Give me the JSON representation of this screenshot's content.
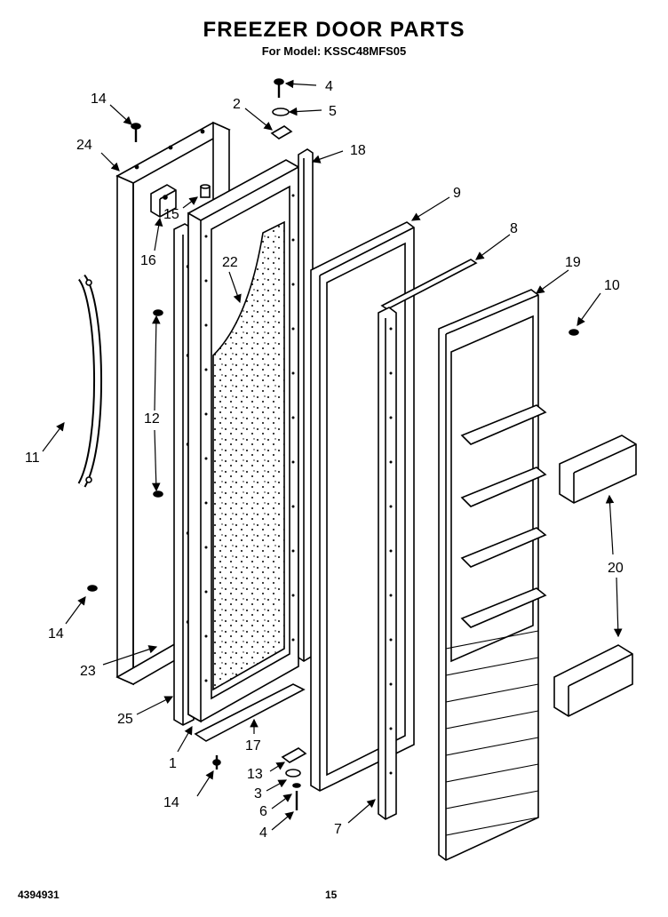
{
  "header": {
    "title": "FREEZER DOOR PARTS",
    "subtitle": "For Model: KSSC48MFS05"
  },
  "footer": {
    "doc_number": "4394931",
    "page_number": "15"
  },
  "callouts": {
    "c14a": "14",
    "c24": "24",
    "c2": "2",
    "c4a": "4",
    "c5": "5",
    "c18": "18",
    "c15": "15",
    "c16": "16",
    "c22": "22",
    "c9": "9",
    "c8": "8",
    "c19": "19",
    "c10": "10",
    "c11": "11",
    "c12": "12",
    "c14b": "14",
    "c23": "23",
    "c25": "25",
    "c1": "1",
    "c17": "17",
    "c13": "13",
    "c3": "3",
    "c6": "6",
    "c4b": "4",
    "c14c": "14",
    "c7": "7",
    "c20": "20"
  }
}
